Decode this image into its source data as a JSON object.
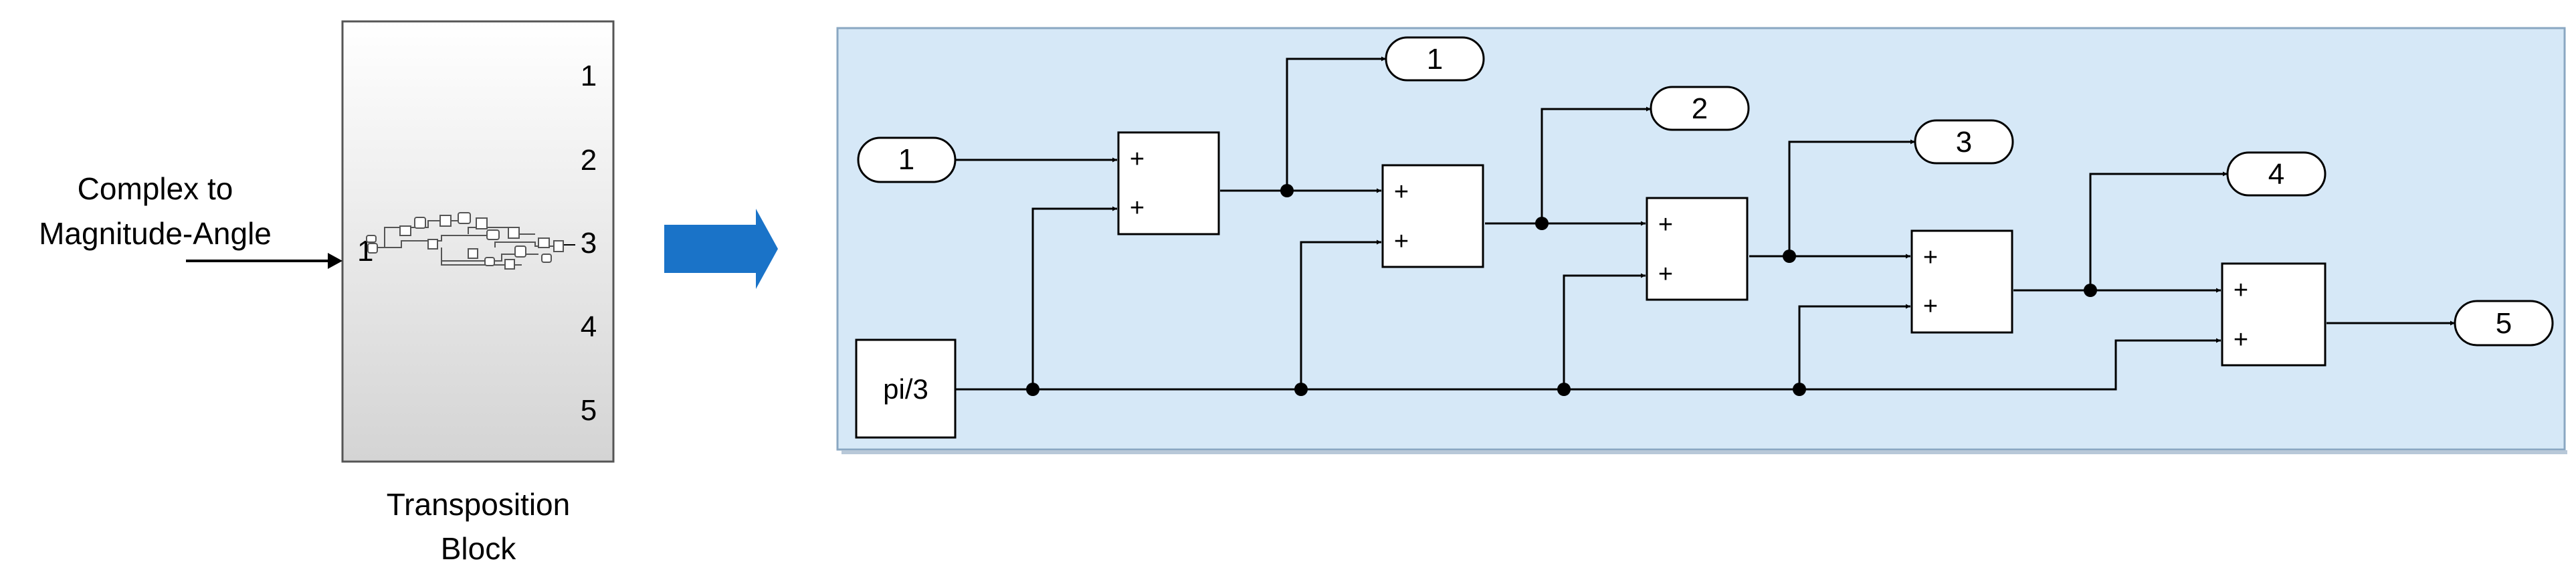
{
  "left_block": {
    "input_label_line1": "Complex to",
    "input_label_line2": "Magnitude-Angle",
    "input_port": "1",
    "output_ports": [
      "1",
      "2",
      "3",
      "4",
      "5"
    ],
    "caption_line1": "Transposition",
    "caption_line2": "Block"
  },
  "arrow": {
    "color": "#1a73c8"
  },
  "subsystem": {
    "background": "#d6e8f7",
    "inport": "1",
    "constant": "pi/3",
    "sum_signs": [
      "+",
      "+"
    ],
    "outports": [
      "1",
      "2",
      "3",
      "4",
      "5"
    ]
  }
}
